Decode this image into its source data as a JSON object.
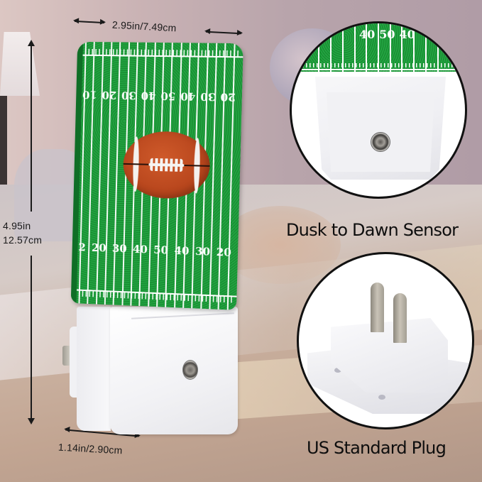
{
  "dimensions": {
    "width_label": "2.95in/7.49cm",
    "height_label_in": "4.95in",
    "height_label_cm": "12.57cm",
    "depth_label": "1.14in/2.90cm"
  },
  "product": {
    "field_numbers_top": [
      "10",
      "20",
      "30",
      "40",
      "50",
      "40",
      "30",
      "20"
    ],
    "field_numbers_bottom": [
      "2",
      "20",
      "30",
      "40",
      "50",
      "40",
      "30",
      "20"
    ],
    "colors": {
      "field_green": "#1f9a3b",
      "football_brown": "#b8461d",
      "body_white": "#f2f2f5"
    }
  },
  "features": [
    {
      "caption": "Dusk to Dawn Sensor",
      "inset_field_numbers": [
        "40",
        "50",
        "40"
      ]
    },
    {
      "caption": "US Standard Plug"
    }
  ]
}
